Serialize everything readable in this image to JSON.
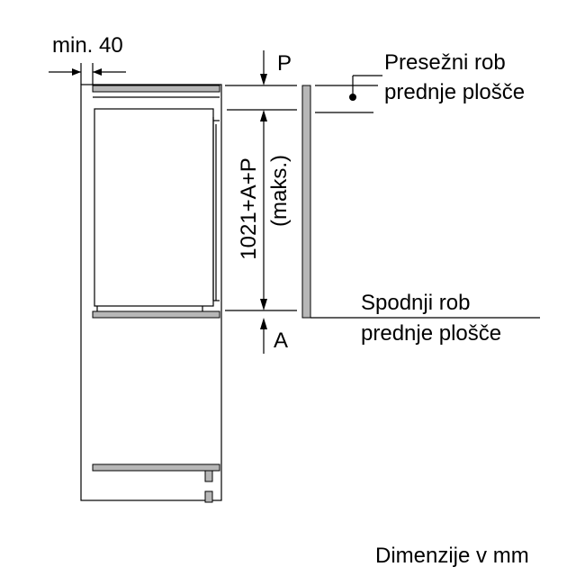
{
  "labels": {
    "min_gap": "min. 40",
    "top_marker": "P",
    "bottom_marker": "A",
    "height_formula": "1021+A+P",
    "height_note": "(maks.)",
    "upper_edge_line1": "Presežni rob",
    "upper_edge_line2": "prednje plošče",
    "lower_edge_line1": "Spodnji rob",
    "lower_edge_line2": "prednje plošče",
    "units_note": "Dimenzije v mm"
  },
  "colors": {
    "line": "#000000",
    "panel_fill": "#b7b7b7",
    "background": "#ffffff"
  }
}
